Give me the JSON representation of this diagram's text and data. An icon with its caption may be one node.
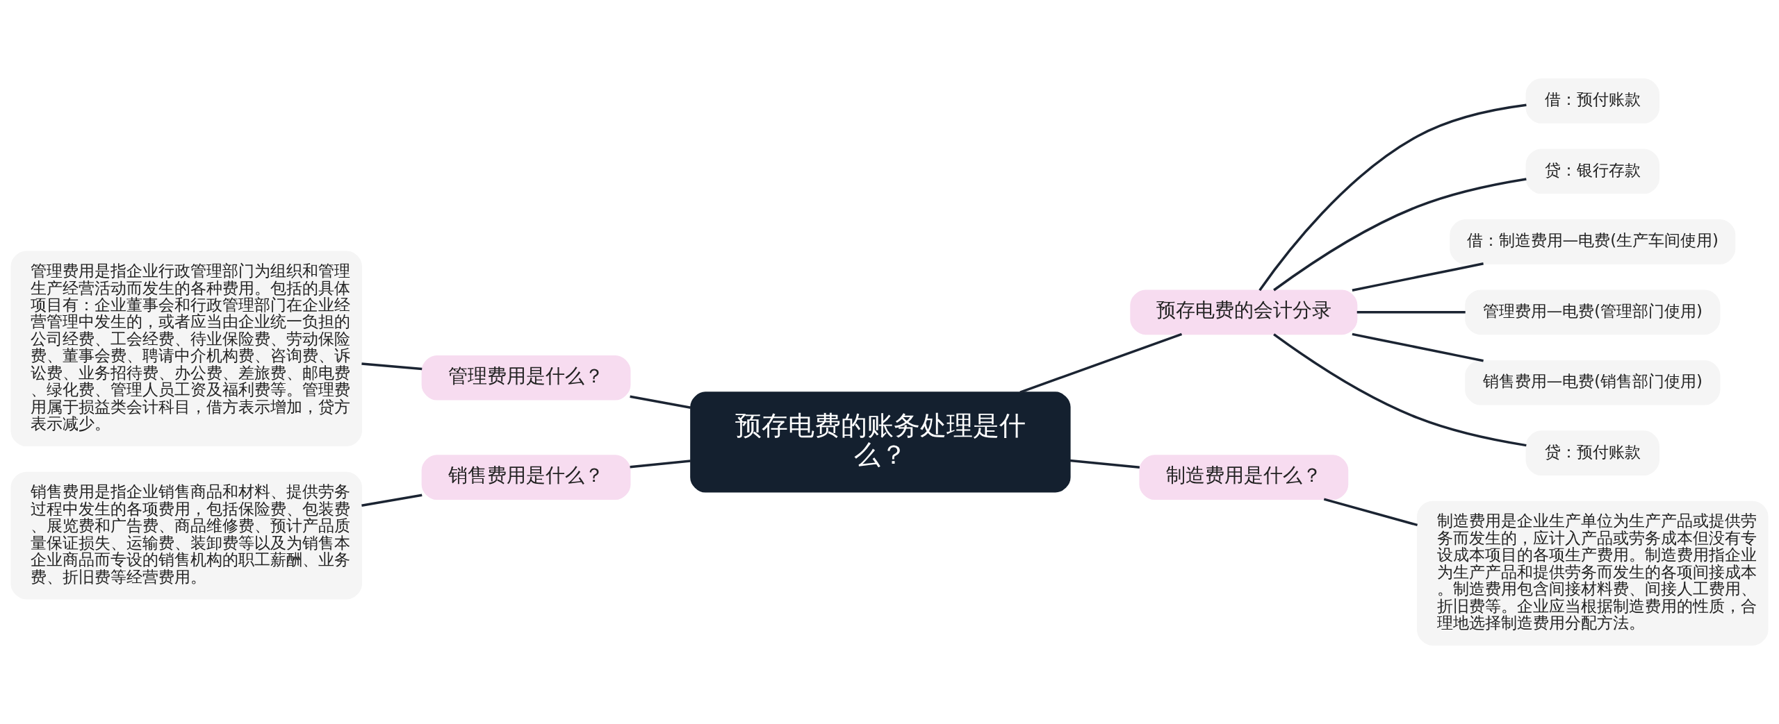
{
  "diagram": {
    "nodes": [
      {
        "text": [
          "预存电费的账务处理是什么？"
        ]
      },
      {
        "text": [
          "预存电费的会计分录"
        ]
      },
      {
        "text": [
          "借：预付账款"
        ]
      },
      {
        "text": [
          "贷：银行存款"
        ]
      },
      {
        "text": [
          "借：制造费用—电费(生产车间使用)"
        ]
      },
      {
        "text": [
          "管理费用—电费(管理部门使用)"
        ]
      },
      {
        "text": [
          "销售费用—电费(销售部门使用)"
        ]
      },
      {
        "text": [
          "贷：预付账款"
        ]
      },
      {
        "text": [
          "制造费用是什么？"
        ]
      },
      {
        "text": [
          "制造费用是企业生产单位为生产产品或提供劳务而发生的，应计入产品或劳务成本但没有专设成本项目的各项生产费用。制造费用指企业为生产产品和提供劳务而发生的各项间接成本。制造费用包含间接材料费、间接人工费用、折旧费等。企业应当根据制造费用的性质，合理地选择制造费用分配方法。"
        ]
      },
      {
        "text": [
          "管理费用是什么？"
        ]
      },
      {
        "text": [
          "管理费用是指企业行政管理部门为组织和管理生产经营活动而发生的各种费用。包括的具体项目有：企业董事会和行政管理部门在企业经营管理中发生的，或者应当由企业统一负担的公司经费、工会经费、待业保险费、劳动保险费、董事会费、聘请中介机构费、咨询费、诉讼费、业务招待费、办公费、差旅费、邮电费、绿化费、管理人员工资及福利费等。管理费用属于损益类会计科目，借方表示增加，贷方表示减少。"
        ]
      },
      {
        "text": [
          "销售费用是什么？"
        ]
      },
      {
        "text": [
          "销售费用是指企业销售商品和材料、提供劳务过程中发生的各项费用，包括保险费、包装费、展览费和广告费、商品维修费、预计产品质量保证损失、运输费、装卸费等以及为销售本企业商品而专设的销售机构的职工薪酬、业务费、折旧费等经营费用。"
        ]
      }
    ],
    "edges": [
      {
        "from": 0,
        "to": 1,
        "arrow": "none"
      },
      {
        "from": 1,
        "to": 2,
        "arrow": "none"
      },
      {
        "from": 1,
        "to": 3,
        "arrow": "none"
      },
      {
        "from": 1,
        "to": 4,
        "arrow": "none"
      },
      {
        "from": 1,
        "to": 5,
        "arrow": "none"
      },
      {
        "from": 1,
        "to": 6,
        "arrow": "none"
      },
      {
        "from": 1,
        "to": 7,
        "arrow": "none"
      },
      {
        "from": 0,
        "to": 8,
        "arrow": "none"
      },
      {
        "from": 8,
        "to": 9,
        "arrow": "none"
      },
      {
        "from": 0,
        "to": 10,
        "arrow": "none"
      },
      {
        "from": 10,
        "to": 11,
        "arrow": "none"
      },
      {
        "from": 0,
        "to": 12,
        "arrow": "none"
      },
      {
        "from": 12,
        "to": 13,
        "arrow": "none"
      }
    ]
  }
}
